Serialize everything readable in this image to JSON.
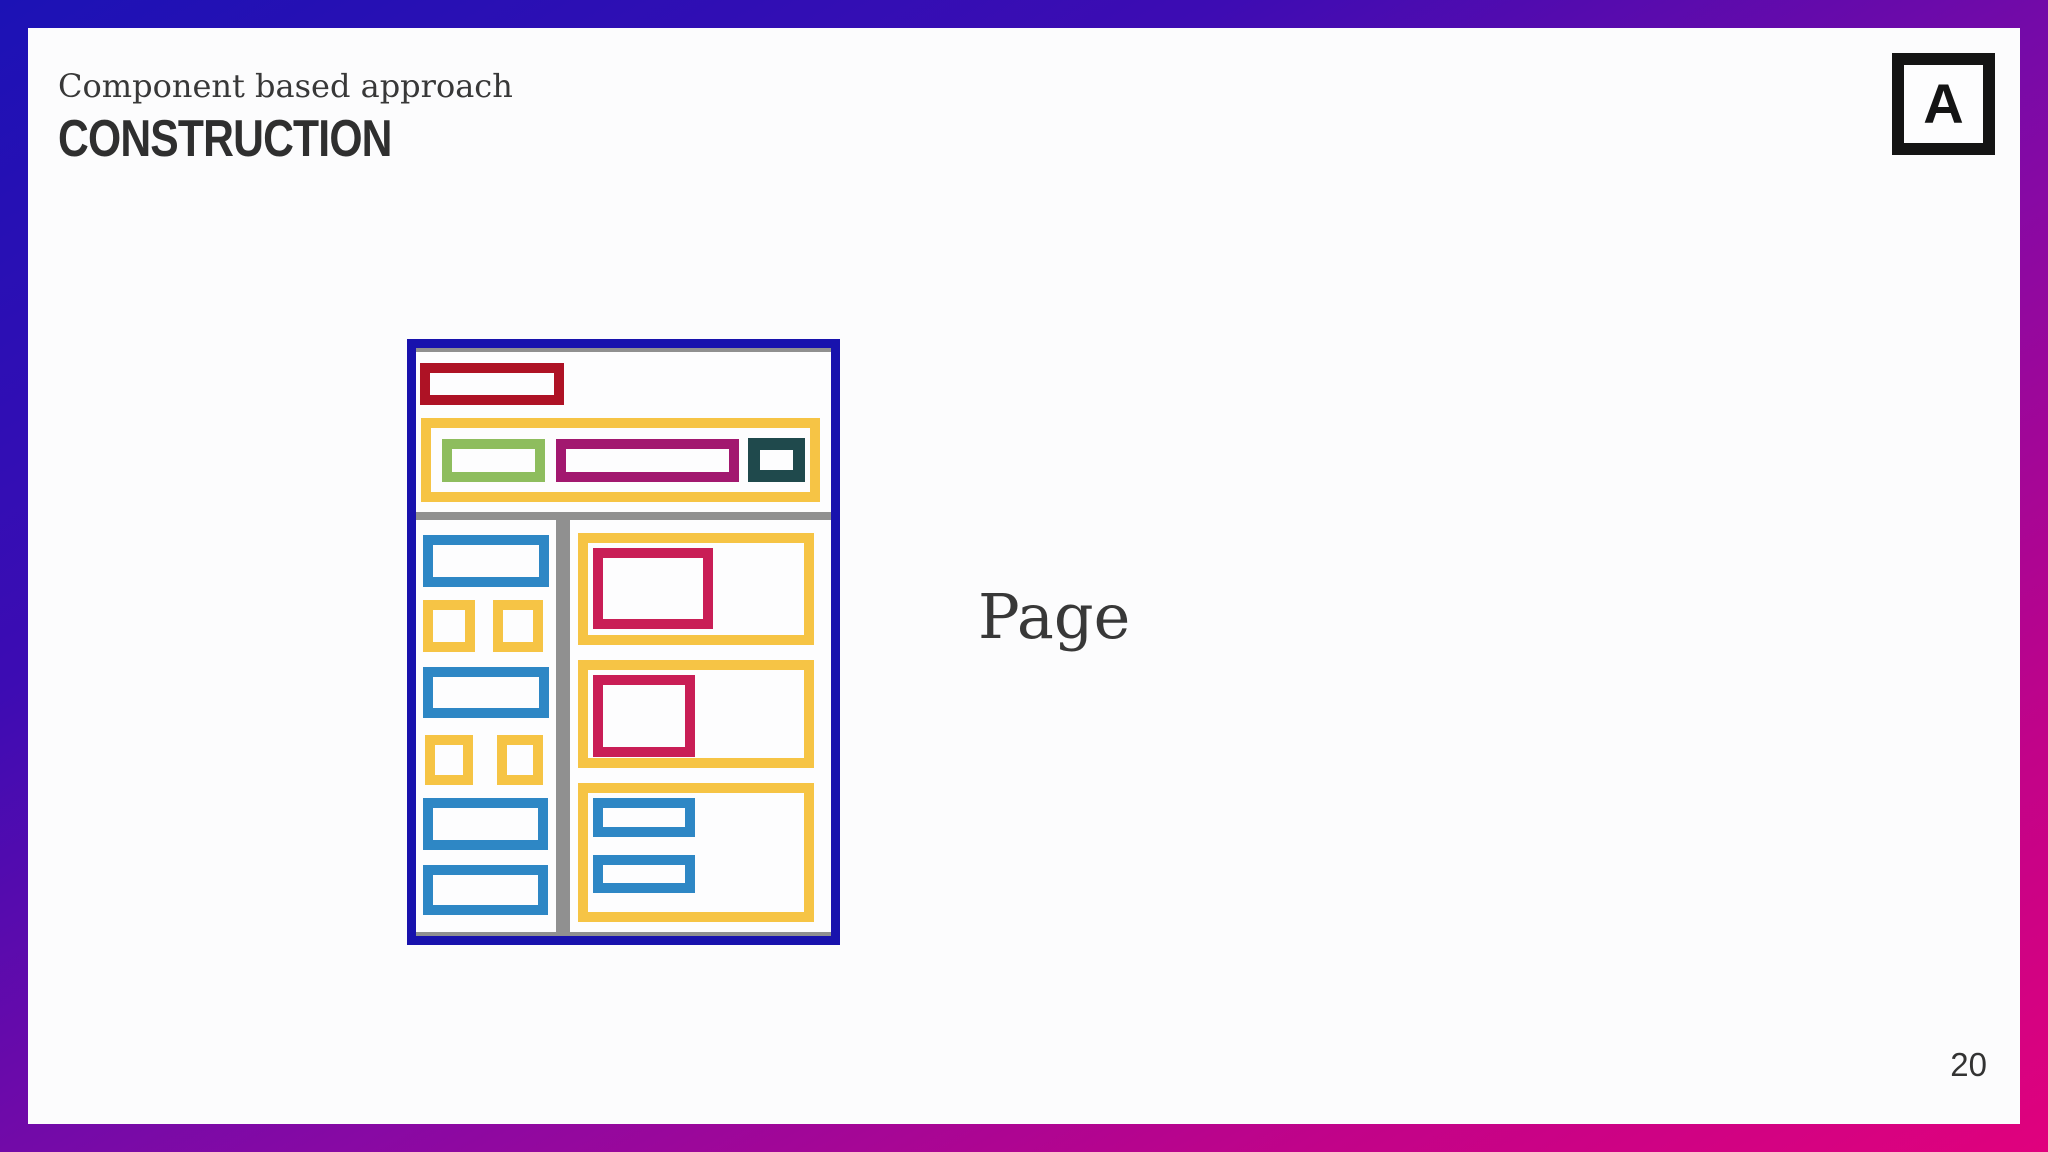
{
  "header": {
    "subtitle": "Component based approach",
    "title": "CONSTRUCTION",
    "logo_letter": "A"
  },
  "main": {
    "diagram_label": "Page"
  },
  "footer": {
    "page_number": "20"
  },
  "colors": {
    "gradient_start": "#1c12b5",
    "gradient_mid": "#8709a4",
    "gradient_end": "#e0017d",
    "slide_bg": "#fcfcfd",
    "wireframe_border": "#1812ad",
    "divider_gray": "#909090",
    "block_red": "#ae1225",
    "block_yellow": "#f6c445",
    "block_green": "#8ebd5e",
    "block_magenta": "#a2186f",
    "block_teal": "#1f494c",
    "block_blue": "#2e87c5",
    "block_crimson": "#c91e56",
    "text_dark": "#383838"
  }
}
